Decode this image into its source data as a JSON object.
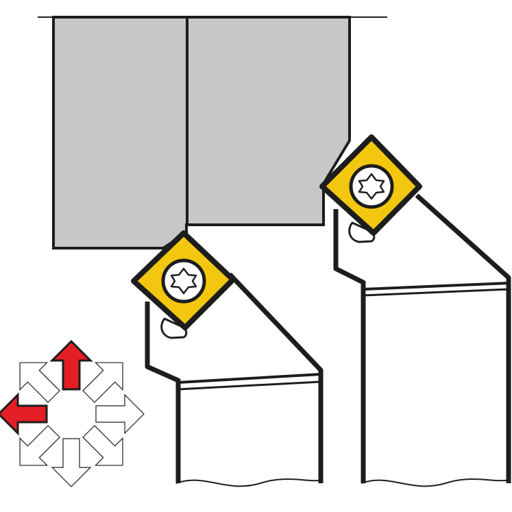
{
  "colors": {
    "workpiece": "#c6c8c7",
    "insert": "#f3c70f",
    "outline": "#1d1d1b",
    "active_arrow": "#e31e24",
    "inactive_arrow": "#ffffff"
  },
  "direction_arrows": {
    "directions": [
      "up",
      "up-right",
      "right",
      "down-right",
      "down",
      "down-left",
      "left",
      "up-left"
    ],
    "active": [
      "up",
      "left"
    ]
  },
  "icons": [
    "torx-screw-icon",
    "clamp-icon",
    "direction-arrows-icon"
  ]
}
